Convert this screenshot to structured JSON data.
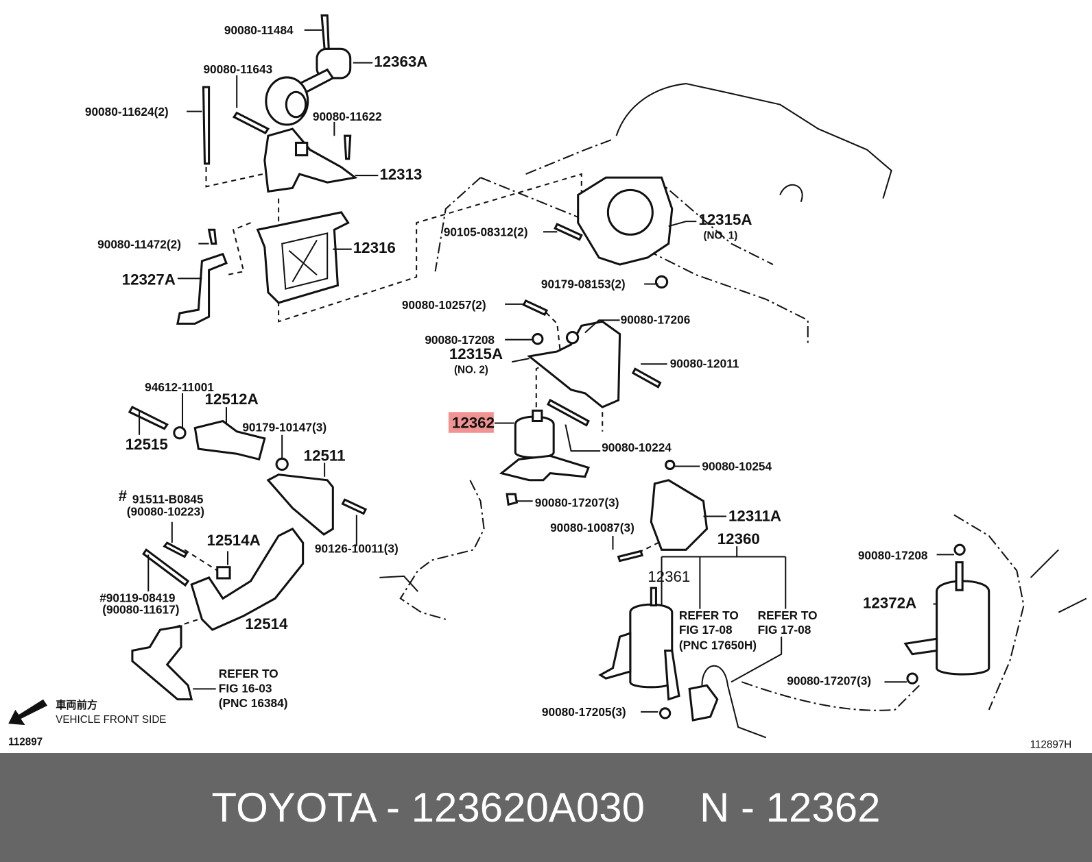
{
  "callouts": [
    {
      "text": "90080-11484"
    },
    {
      "text": "12363A"
    },
    {
      "text": "90080-11643"
    },
    {
      "text": "90080-11624(2)"
    },
    {
      "text": "90080-11622"
    },
    {
      "text": "12313"
    },
    {
      "text": "90080-11472(2)"
    },
    {
      "text": "12316"
    },
    {
      "text": "12327A"
    },
    {
      "text": "90105-08312(2)"
    },
    {
      "text": "12315A"
    },
    {
      "text": "(NO. 1)"
    },
    {
      "text": "90179-08153(2)"
    },
    {
      "text": "90080-10257(2)"
    },
    {
      "text": "90080-17206"
    },
    {
      "text": "90080-17208"
    },
    {
      "text": "12315A"
    },
    {
      "text": "(NO. 2)"
    },
    {
      "text": "90080-12011"
    },
    {
      "text": "94612-11001"
    },
    {
      "text": "12512A"
    },
    {
      "text": "90179-10147(3)"
    },
    {
      "text": "12362"
    },
    {
      "text": "12515"
    },
    {
      "text": "90080-10224"
    },
    {
      "text": "12511"
    },
    {
      "text": "90080-10254"
    },
    {
      "text": "#"
    },
    {
      "text": "91511-B0845"
    },
    {
      "text": "(90080-10223)"
    },
    {
      "text": "90080-17207(3)"
    },
    {
      "text": "12311A"
    },
    {
      "text": "90080-10087(3)"
    },
    {
      "text": "12514A"
    },
    {
      "text": "12360"
    },
    {
      "text": "90126-10011(3)"
    },
    {
      "text": "12361"
    },
    {
      "text": "90080-17208"
    },
    {
      "text": "#90119-08419"
    },
    {
      "text": "(90080-11617)"
    },
    {
      "text": "12372A"
    },
    {
      "text": "REFER TO"
    },
    {
      "text": "FIG 17-08"
    },
    {
      "text": "(PNC 17650H)"
    },
    {
      "text": "REFER TO"
    },
    {
      "text": "FIG 17-08"
    },
    {
      "text": "12514"
    },
    {
      "text": "90080-17207(3)"
    },
    {
      "text": "REFER TO"
    },
    {
      "text": "FIG 16-03"
    },
    {
      "text": "(PNC 16384)"
    },
    {
      "text": "90080-17205(3)"
    }
  ],
  "direction": {
    "jp": "車両前方",
    "en": "VEHICLE FRONT SIDE"
  },
  "figure_codes": {
    "left": "112897",
    "right": "112897H"
  },
  "highlight_color": "#f08080",
  "footer": {
    "brand_part": "TOYOTA - 123620A030",
    "pnc": "N - 12362",
    "background": "#666666"
  }
}
